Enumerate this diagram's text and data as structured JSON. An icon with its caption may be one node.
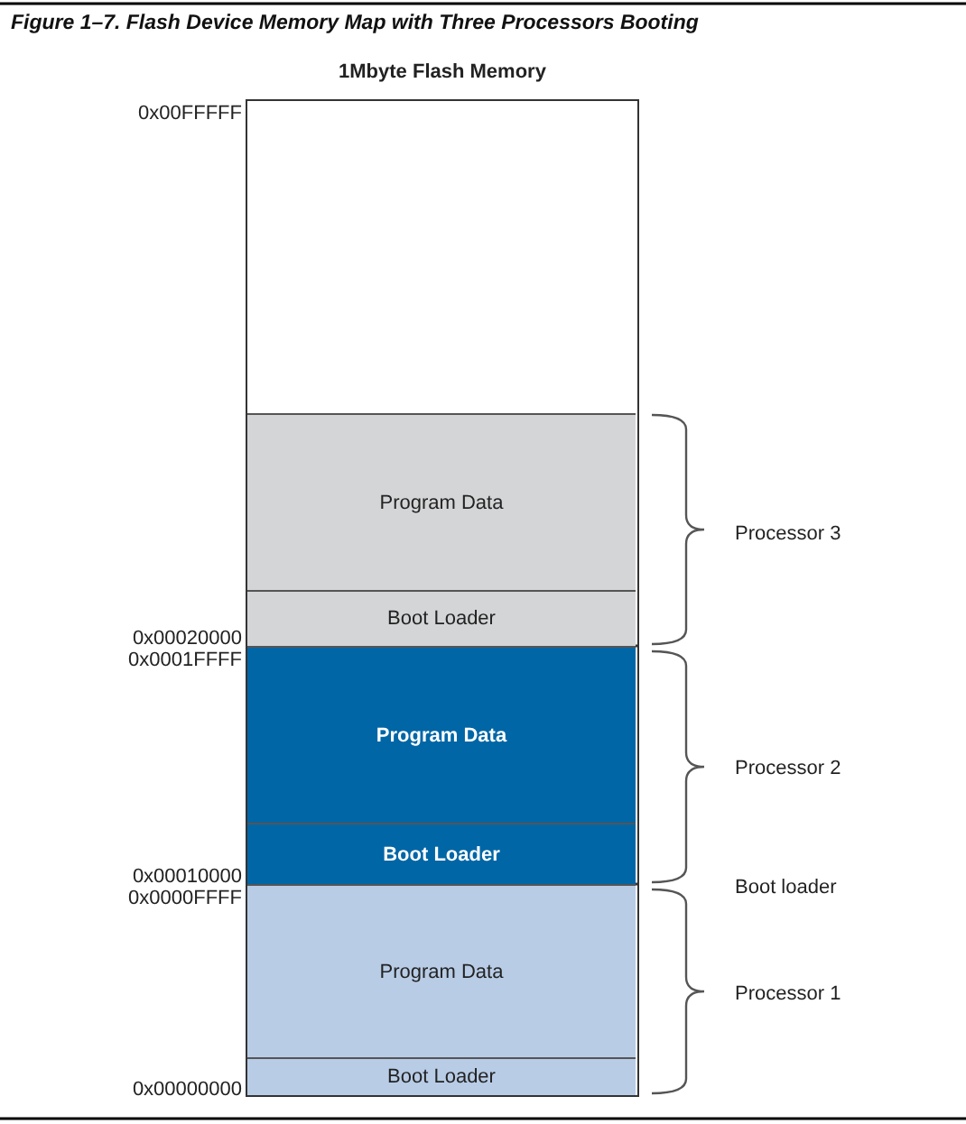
{
  "diagram": {
    "title": "Figure 1–7. Flash Device Memory Map with Three Processors Booting",
    "nodes": [
      {
        "text": [
          "1Mbyte Flash Memory"
        ]
      },
      {
        "text": [
          "Program Data"
        ],
        "in": 0
      },
      {
        "text": [
          "Boot Loader"
        ],
        "in": 0
      },
      {
        "text": [
          "Program Data"
        ],
        "in": 0
      },
      {
        "text": [
          "Boot Loader"
        ],
        "in": 0
      },
      {
        "text": [
          "Program Data"
        ],
        "in": 0
      },
      {
        "text": [
          "Boot Loader"
        ],
        "in": 0
      }
    ],
    "edges": [],
    "labels": [
      "0x00FFFFF",
      "Processor 3",
      "0x00020000",
      "0x0001FFFF",
      "Processor 2",
      "0x00010000",
      "Boot loader",
      "0x0000FFFF",
      "Processor 1",
      "0x00000000"
    ]
  }
}
